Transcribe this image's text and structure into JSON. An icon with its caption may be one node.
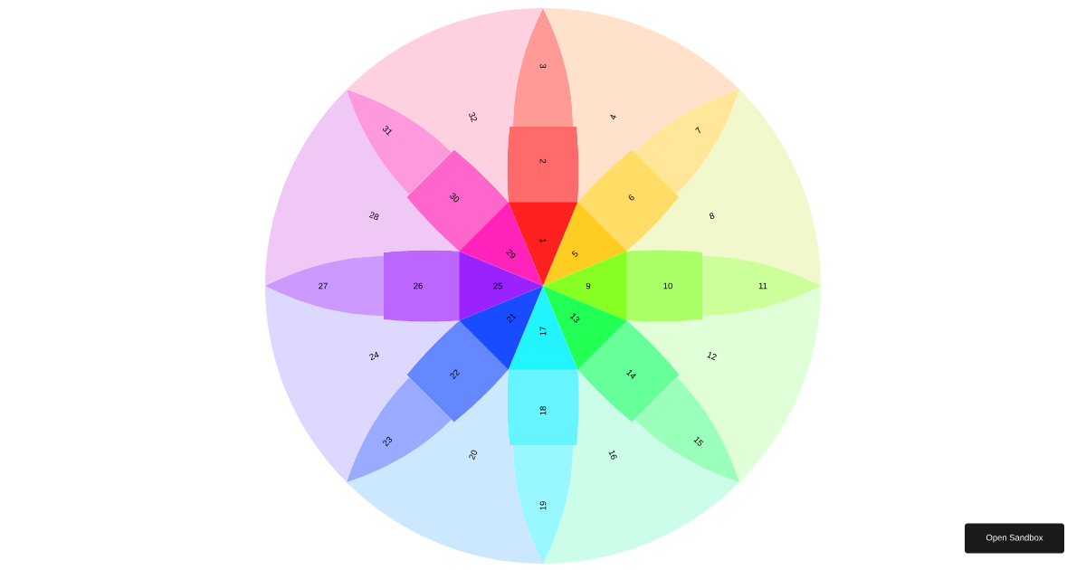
{
  "diagram": {
    "nodes": [
      {
        "text": [
          "1"
        ]
      },
      {
        "text": [
          "2"
        ]
      },
      {
        "text": [
          "3"
        ]
      },
      {
        "text": [
          "4"
        ]
      },
      {
        "text": [
          "5"
        ]
      },
      {
        "text": [
          "6"
        ]
      },
      {
        "text": [
          "7"
        ]
      },
      {
        "text": [
          "8"
        ]
      },
      {
        "text": [
          "9"
        ]
      },
      {
        "text": [
          "10"
        ]
      },
      {
        "text": [
          "11"
        ]
      },
      {
        "text": [
          "12"
        ]
      },
      {
        "text": [
          "13"
        ]
      },
      {
        "text": [
          "14"
        ]
      },
      {
        "text": [
          "15"
        ]
      },
      {
        "text": [
          "16"
        ]
      },
      {
        "text": [
          "17"
        ]
      },
      {
        "text": [
          "18"
        ]
      },
      {
        "text": [
          "19"
        ]
      },
      {
        "text": [
          "20"
        ]
      },
      {
        "text": [
          "21"
        ]
      },
      {
        "text": [
          "22"
        ]
      },
      {
        "text": [
          "23"
        ]
      },
      {
        "text": [
          "24"
        ]
      },
      {
        "text": [
          "25"
        ]
      },
      {
        "text": [
          "26"
        ]
      },
      {
        "text": [
          "27"
        ]
      },
      {
        "text": [
          "28"
        ]
      },
      {
        "text": [
          "29"
        ]
      },
      {
        "text": [
          "30"
        ]
      },
      {
        "text": [
          "31"
        ]
      },
      {
        "text": [
          "32"
        ]
      }
    ],
    "labels": [
      "Open Sandbox"
    ]
  }
}
